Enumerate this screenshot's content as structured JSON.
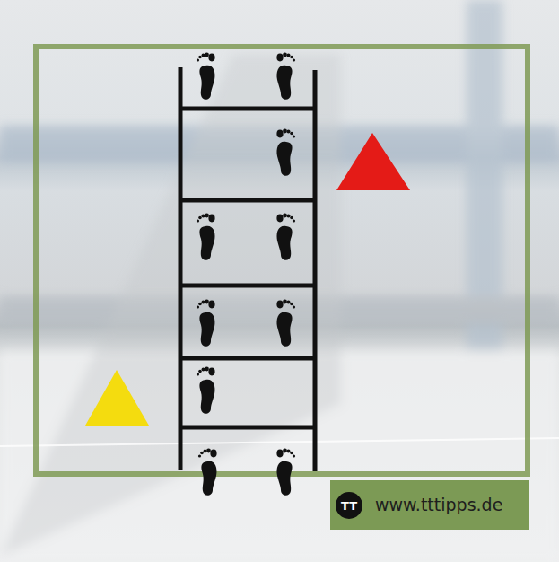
{
  "diagram": {
    "nodes": [
      {
        "text": [
          "www.tttipps.de"
        ]
      },
      {
        "text": [
          "TT"
        ],
        "in": 0
      }
    ]
  }
}
